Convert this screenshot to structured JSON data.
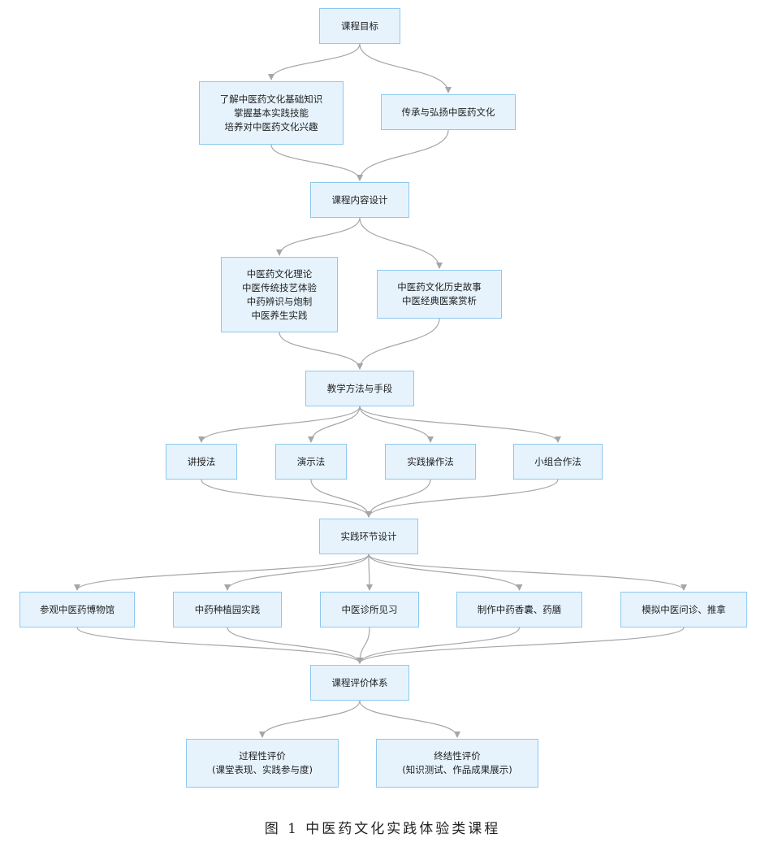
{
  "nodes": [
    {
      "id": "goal",
      "lines": [
        "课程目标"
      ]
    },
    {
      "id": "goal_a",
      "lines": [
        "了解中医药文化基础知识",
        "掌握基本实践技能",
        "培养对中医药文化兴趣"
      ]
    },
    {
      "id": "goal_b",
      "lines": [
        "传承与弘扬中医药文化"
      ]
    },
    {
      "id": "content",
      "lines": [
        "课程内容设计"
      ]
    },
    {
      "id": "content_a",
      "lines": [
        "中医药文化理论",
        "中医传统技艺体验",
        "中药辨识与炮制",
        "中医养生实践"
      ]
    },
    {
      "id": "content_b",
      "lines": [
        "中医药文化历史故事",
        "中医经典医案赏析"
      ]
    },
    {
      "id": "method",
      "lines": [
        "教学方法与手段"
      ]
    },
    {
      "id": "m1",
      "lines": [
        "讲授法"
      ]
    },
    {
      "id": "m2",
      "lines": [
        "演示法"
      ]
    },
    {
      "id": "m3",
      "lines": [
        "实践操作法"
      ]
    },
    {
      "id": "m4",
      "lines": [
        "小组合作法"
      ]
    },
    {
      "id": "practice",
      "lines": [
        "实践环节设计"
      ]
    },
    {
      "id": "p1",
      "lines": [
        "参观中医药博物馆"
      ]
    },
    {
      "id": "p2",
      "lines": [
        "中药种植园实践"
      ]
    },
    {
      "id": "p3",
      "lines": [
        "中医诊所见习"
      ]
    },
    {
      "id": "p4",
      "lines": [
        "制作中药香囊、药膳"
      ]
    },
    {
      "id": "p5",
      "lines": [
        "模拟中医问诊、推拿"
      ]
    },
    {
      "id": "eval",
      "lines": [
        "课程评价体系"
      ]
    },
    {
      "id": "e1",
      "lines": [
        "过程性评价",
        "(课堂表现、实践参与度)"
      ]
    },
    {
      "id": "e2",
      "lines": [
        "终结性评价",
        "(知识测试、作品成果展示)"
      ]
    }
  ],
  "edges": [
    [
      "goal",
      "goal_a"
    ],
    [
      "goal",
      "goal_b"
    ],
    [
      "goal_a",
      "content"
    ],
    [
      "goal_b",
      "content"
    ],
    [
      "content",
      "content_a"
    ],
    [
      "content",
      "content_b"
    ],
    [
      "content_a",
      "method"
    ],
    [
      "content_b",
      "method"
    ],
    [
      "method",
      "m1"
    ],
    [
      "method",
      "m2"
    ],
    [
      "method",
      "m3"
    ],
    [
      "method",
      "m4"
    ],
    [
      "m1",
      "practice"
    ],
    [
      "m2",
      "practice"
    ],
    [
      "m3",
      "practice"
    ],
    [
      "m4",
      "practice"
    ],
    [
      "practice",
      "p1"
    ],
    [
      "practice",
      "p2"
    ],
    [
      "practice",
      "p3"
    ],
    [
      "practice",
      "p4"
    ],
    [
      "practice",
      "p5"
    ],
    [
      "p1",
      "eval"
    ],
    [
      "p2",
      "eval"
    ],
    [
      "p3",
      "eval"
    ],
    [
      "p4",
      "eval"
    ],
    [
      "p5",
      "eval"
    ],
    [
      "eval",
      "e1"
    ],
    [
      "eval",
      "e2"
    ]
  ],
  "caption": "图 1 中医药文化实践体验类课程",
  "colors": {
    "node_fill": "#e6f3fd",
    "node_border": "#8ec8ee",
    "edge": "#a6a6a6"
  }
}
